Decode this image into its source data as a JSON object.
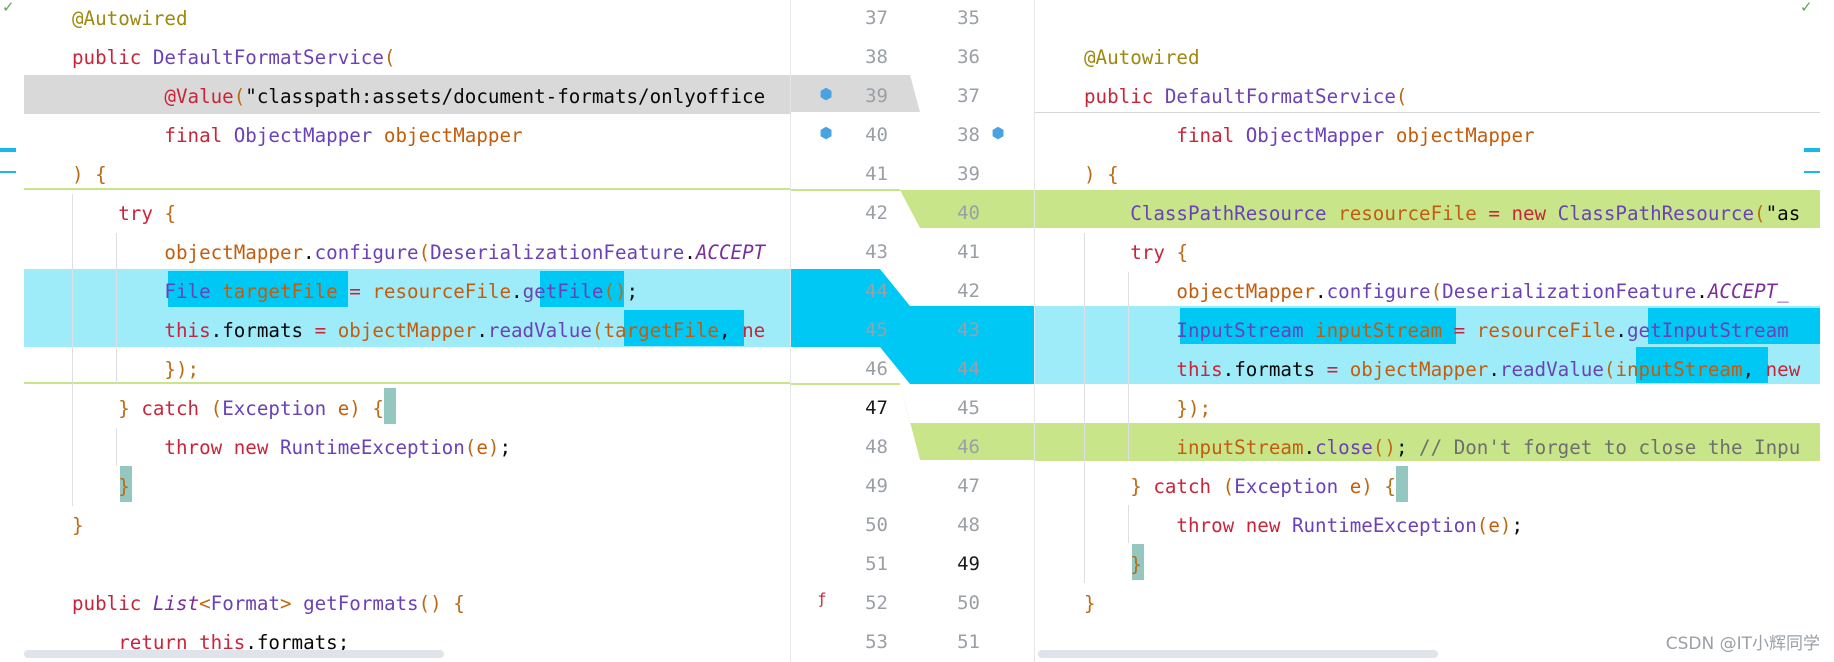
{
  "left": {
    "lines": [
      {
        "parts": [
          [
            "tok-anno",
            "@Autowired"
          ]
        ]
      },
      {
        "parts": [
          [
            "tok-kw2",
            "public "
          ],
          [
            "tok-type",
            "DefaultFormatService"
          ],
          [
            "tok-punct",
            "("
          ]
        ]
      },
      {
        "parts": [
          [
            "tok-plain",
            "        "
          ],
          [
            "tok-kw2",
            "@Value"
          ],
          [
            "tok-punct",
            "("
          ],
          [
            "tok-plain",
            "\"classpath:assets/document-formats/onlyoffice"
          ]
        ]
      },
      {
        "parts": [
          [
            "tok-plain",
            "        "
          ],
          [
            "tok-kw2",
            "final "
          ],
          [
            "tok-type",
            "ObjectMapper "
          ],
          [
            "tok-var",
            "objectMapper"
          ]
        ]
      },
      {
        "parts": [
          [
            "tok-punct",
            ") {"
          ]
        ]
      },
      {
        "parts": [
          [
            "tok-plain",
            "    "
          ],
          [
            "tok-kw2",
            "try "
          ],
          [
            "tok-punct",
            "{"
          ]
        ]
      },
      {
        "parts": [
          [
            "tok-plain",
            "        "
          ],
          [
            "tok-var",
            "objectMapper"
          ],
          [
            "tok-plain",
            "."
          ],
          [
            "tok-type",
            "configure"
          ],
          [
            "tok-punct",
            "("
          ],
          [
            "tok-type",
            "DeserializationFeature"
          ],
          [
            "tok-plain",
            "."
          ],
          [
            "tok-italic",
            "ACCEPT"
          ]
        ]
      },
      {
        "parts": [
          [
            "tok-plain",
            "        "
          ],
          [
            "tok-type",
            "File "
          ],
          [
            "tok-var",
            "targetFile "
          ],
          [
            "tok-kw2",
            "= "
          ],
          [
            "tok-var",
            "resourceFile"
          ],
          [
            "tok-plain",
            "."
          ],
          [
            "tok-type",
            "getFile"
          ],
          [
            "tok-punct",
            "()"
          ],
          [
            "tok-plain",
            ";"
          ]
        ]
      },
      {
        "parts": [
          [
            "tok-plain",
            "        "
          ],
          [
            "tok-kw2",
            "this"
          ],
          [
            "tok-plain",
            ".formats "
          ],
          [
            "tok-kw2",
            "= "
          ],
          [
            "tok-var",
            "objectMapper"
          ],
          [
            "tok-plain",
            "."
          ],
          [
            "tok-type",
            "readValue"
          ],
          [
            "tok-punct",
            "("
          ],
          [
            "tok-var",
            "targetFile"
          ],
          [
            "tok-plain",
            ", "
          ],
          [
            "tok-kw2",
            "ne"
          ]
        ]
      },
      {
        "parts": [
          [
            "tok-plain",
            "        "
          ],
          [
            "tok-punct",
            "});"
          ]
        ]
      },
      {
        "parts": [
          [
            "tok-plain",
            "    "
          ],
          [
            "tok-punct",
            "} "
          ],
          [
            "tok-kw2",
            "catch "
          ],
          [
            "tok-punct",
            "("
          ],
          [
            "tok-type",
            "Exception "
          ],
          [
            "tok-var",
            "e"
          ],
          [
            "tok-punct",
            ") "
          ],
          [
            "tok-punct",
            "{"
          ]
        ]
      },
      {
        "parts": [
          [
            "tok-plain",
            "        "
          ],
          [
            "tok-kw2",
            "throw new "
          ],
          [
            "tok-type",
            "RuntimeException"
          ],
          [
            "tok-punct",
            "("
          ],
          [
            "tok-var",
            "e"
          ],
          [
            "tok-punct",
            ")"
          ],
          [
            "tok-plain",
            ";"
          ]
        ]
      },
      {
        "parts": [
          [
            "tok-plain",
            "    "
          ],
          [
            "tok-punct",
            "}"
          ]
        ]
      },
      {
        "parts": [
          [
            "tok-punct",
            "}"
          ]
        ]
      },
      {
        "parts": [
          [
            "tok-plain",
            ""
          ]
        ]
      },
      {
        "parts": [
          [
            "tok-kw2",
            "public "
          ],
          [
            "tok-italic",
            "List"
          ],
          [
            "tok-punct",
            "<"
          ],
          [
            "tok-type",
            "Format"
          ],
          [
            "tok-punct",
            "> "
          ],
          [
            "tok-type",
            "getFormats"
          ],
          [
            "tok-punct",
            "() {"
          ]
        ]
      },
      {
        "parts": [
          [
            "tok-plain",
            "    "
          ],
          [
            "tok-kw2",
            "return "
          ],
          [
            "tok-kw2",
            "this"
          ],
          [
            "tok-plain",
            ".formats;"
          ]
        ]
      }
    ],
    "line_numbers": [
      "37",
      "38",
      "39",
      "40",
      "41",
      "42",
      "43",
      "44",
      "45",
      "46",
      "47",
      "48",
      "49",
      "50",
      "51",
      "52",
      "53"
    ]
  },
  "right": {
    "lines": [
      {
        "parts": [
          [
            "tok-plain",
            ""
          ]
        ]
      },
      {
        "parts": [
          [
            "tok-anno",
            "@Autowired"
          ]
        ]
      },
      {
        "parts": [
          [
            "tok-kw2",
            "public "
          ],
          [
            "tok-type",
            "DefaultFormatService"
          ],
          [
            "tok-punct",
            "("
          ]
        ]
      },
      {
        "parts": [
          [
            "tok-plain",
            "        "
          ],
          [
            "tok-kw2",
            "final "
          ],
          [
            "tok-type",
            "ObjectMapper "
          ],
          [
            "tok-var",
            "objectMapper"
          ]
        ]
      },
      {
        "parts": [
          [
            "tok-punct",
            ") {"
          ]
        ]
      },
      {
        "parts": [
          [
            "tok-plain",
            "    "
          ],
          [
            "tok-type",
            "ClassPathResource "
          ],
          [
            "tok-var",
            "resourceFile "
          ],
          [
            "tok-kw2",
            "= new "
          ],
          [
            "tok-type",
            "ClassPathResource"
          ],
          [
            "tok-punct",
            "("
          ],
          [
            "tok-plain",
            "\"as"
          ]
        ]
      },
      {
        "parts": [
          [
            "tok-plain",
            "    "
          ],
          [
            "tok-kw2",
            "try "
          ],
          [
            "tok-punct",
            "{"
          ]
        ]
      },
      {
        "parts": [
          [
            "tok-plain",
            "        "
          ],
          [
            "tok-var",
            "objectMapper"
          ],
          [
            "tok-plain",
            "."
          ],
          [
            "tok-type",
            "configure"
          ],
          [
            "tok-punct",
            "("
          ],
          [
            "tok-type",
            "DeserializationFeature"
          ],
          [
            "tok-plain",
            "."
          ],
          [
            "tok-italic",
            "ACCEPT_"
          ]
        ]
      },
      {
        "parts": [
          [
            "tok-plain",
            "        "
          ],
          [
            "tok-type",
            "InputStream "
          ],
          [
            "tok-var",
            "inputStream "
          ],
          [
            "tok-kw2",
            "= "
          ],
          [
            "tok-var",
            "resourceFile"
          ],
          [
            "tok-plain",
            "."
          ],
          [
            "tok-type",
            "getInputStream"
          ]
        ]
      },
      {
        "parts": [
          [
            "tok-plain",
            "        "
          ],
          [
            "tok-kw2",
            "this"
          ],
          [
            "tok-plain",
            ".formats "
          ],
          [
            "tok-kw2",
            "= "
          ],
          [
            "tok-var",
            "objectMapper"
          ],
          [
            "tok-plain",
            "."
          ],
          [
            "tok-type",
            "readValue"
          ],
          [
            "tok-punct",
            "("
          ],
          [
            "tok-var",
            "inputStream"
          ],
          [
            "tok-plain",
            ", "
          ],
          [
            "tok-kw2",
            "new"
          ]
        ]
      },
      {
        "parts": [
          [
            "tok-plain",
            "        "
          ],
          [
            "tok-punct",
            "});"
          ]
        ]
      },
      {
        "parts": [
          [
            "tok-plain",
            "        "
          ],
          [
            "tok-var",
            "inputStream"
          ],
          [
            "tok-plain",
            "."
          ],
          [
            "tok-type",
            "close"
          ],
          [
            "tok-punct",
            "()"
          ],
          [
            "tok-plain",
            "; "
          ],
          [
            "tok-comment",
            "// Don't forget to close the Inpu"
          ]
        ]
      },
      {
        "parts": [
          [
            "tok-plain",
            "    "
          ],
          [
            "tok-punct",
            "} "
          ],
          [
            "tok-kw2",
            "catch "
          ],
          [
            "tok-punct",
            "("
          ],
          [
            "tok-type",
            "Exception "
          ],
          [
            "tok-var",
            "e"
          ],
          [
            "tok-punct",
            ") "
          ],
          [
            "tok-punct",
            "{"
          ]
        ]
      },
      {
        "parts": [
          [
            "tok-plain",
            "        "
          ],
          [
            "tok-kw2",
            "throw new "
          ],
          [
            "tok-type",
            "RuntimeException"
          ],
          [
            "tok-punct",
            "("
          ],
          [
            "tok-var",
            "e"
          ],
          [
            "tok-punct",
            ")"
          ],
          [
            "tok-plain",
            ";"
          ]
        ]
      },
      {
        "parts": [
          [
            "tok-plain",
            "    "
          ],
          [
            "tok-punct",
            "}"
          ]
        ]
      },
      {
        "parts": [
          [
            "tok-punct",
            "}"
          ]
        ]
      },
      {
        "parts": [
          [
            "tok-plain",
            ""
          ]
        ]
      }
    ],
    "line_numbers": [
      "35",
      "36",
      "37",
      "38",
      "39",
      "40",
      "41",
      "42",
      "43",
      "44",
      "45",
      "46",
      "47",
      "48",
      "49",
      "50",
      "51"
    ]
  },
  "watermark": "CSDN @IT小辉同学",
  "colors": {
    "changed": "#9eecfa",
    "changed_strong": "#00c8f5",
    "inserted": "#c9e58a",
    "deleted": "#d6d6d6"
  }
}
